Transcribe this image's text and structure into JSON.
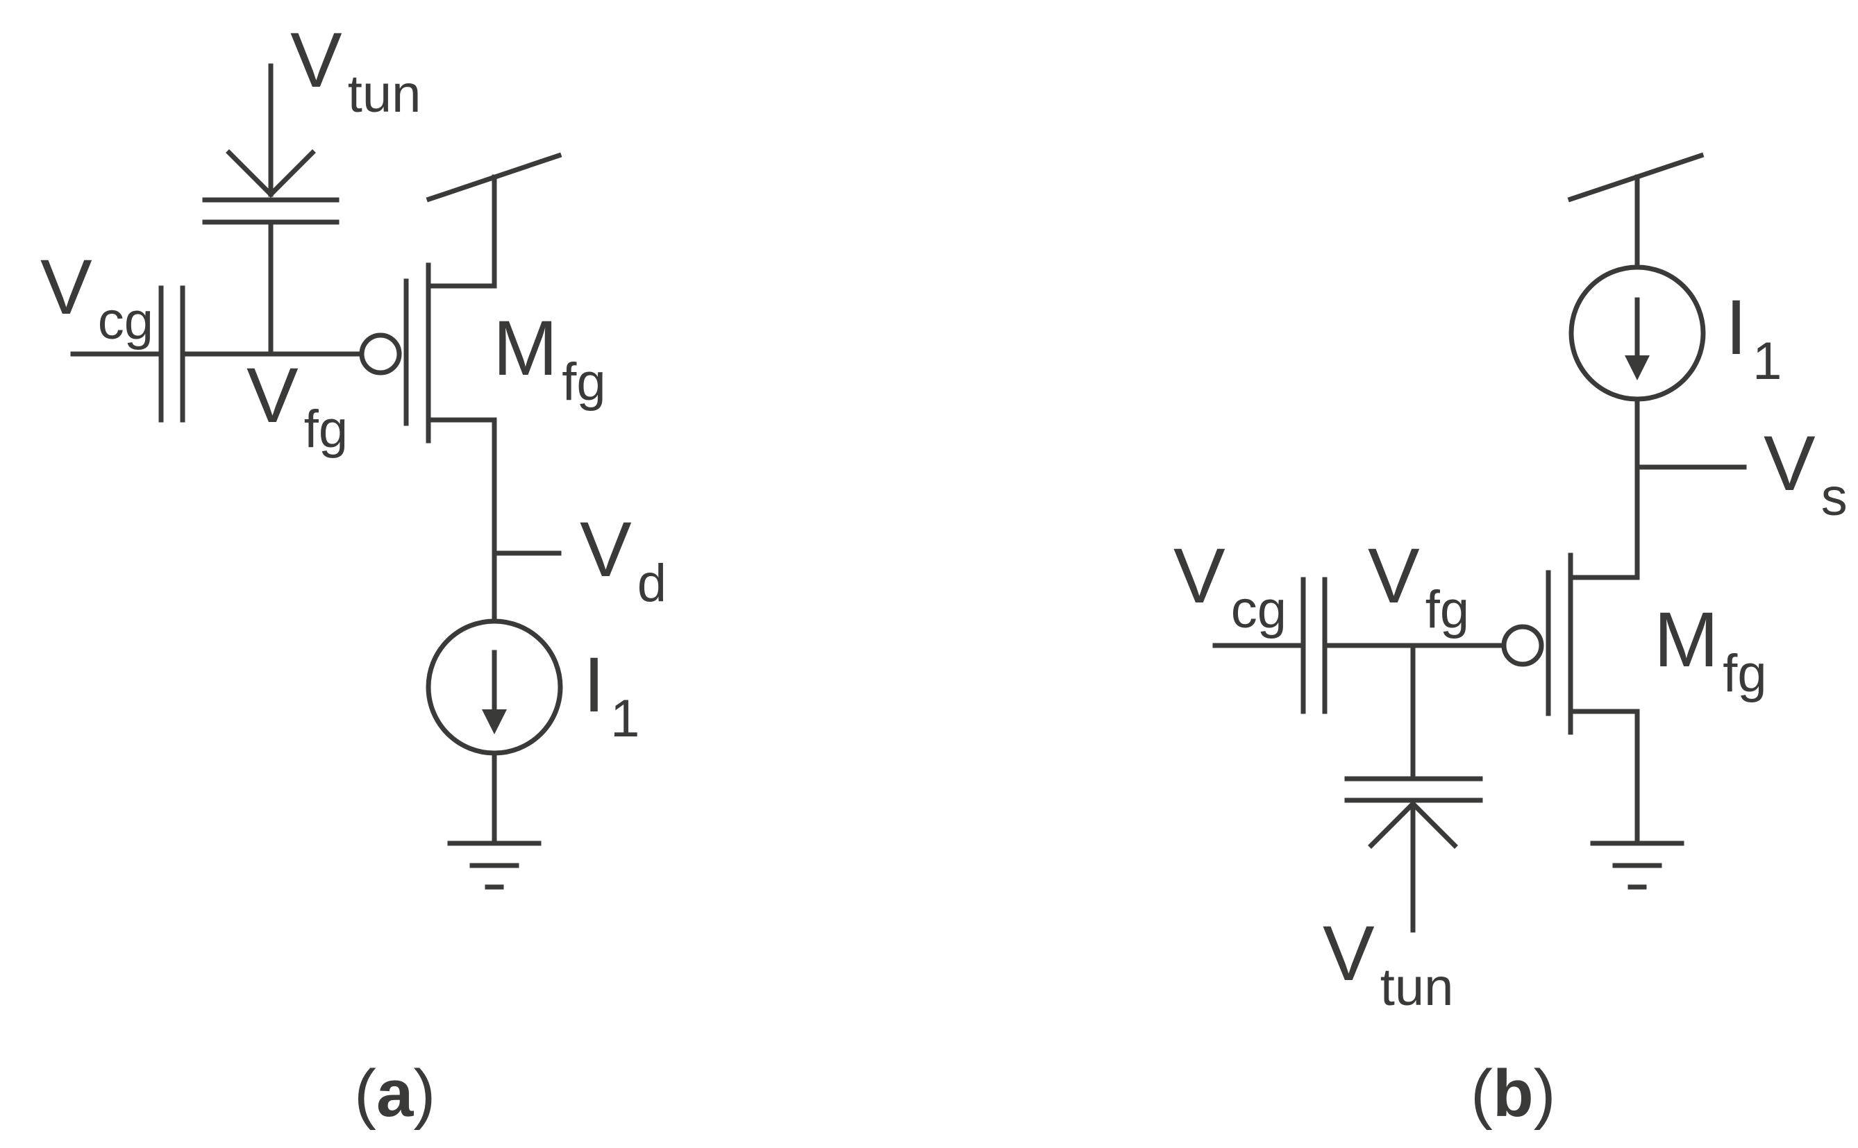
{
  "colors": {
    "ink": "#3a3a38",
    "background": "#ffffff"
  },
  "circuit_a": {
    "caption_open": "(",
    "caption_letter": "a",
    "caption_close": ")",
    "vtun": {
      "main": "V",
      "sub": "tun"
    },
    "vcg": {
      "main": "V",
      "sub": "cg"
    },
    "vfg": {
      "main": "V",
      "sub": "fg"
    },
    "mfg": {
      "main": "M",
      "sub": "fg"
    },
    "vd": {
      "main": "V",
      "sub": "d"
    },
    "i1": {
      "main": "I",
      "sub": "1"
    }
  },
  "circuit_b": {
    "caption_open": "(",
    "caption_letter": "b",
    "caption_close": ")",
    "vtun": {
      "main": "V",
      "sub": "tun"
    },
    "vcg": {
      "main": "V",
      "sub": "cg"
    },
    "vfg": {
      "main": "V",
      "sub": "fg"
    },
    "mfg": {
      "main": "M",
      "sub": "fg"
    },
    "vs": {
      "main": "V",
      "sub": "s"
    },
    "i1": {
      "main": "I",
      "sub": "1"
    }
  }
}
